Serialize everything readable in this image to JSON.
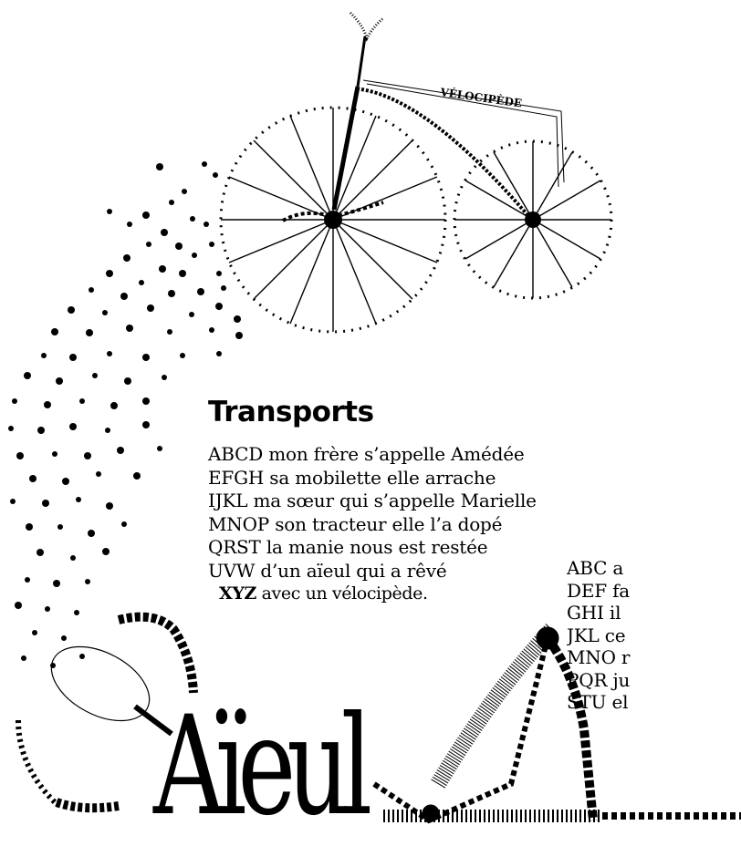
{
  "poem": {
    "title": "Transports",
    "lines": [
      {
        "head": "ABCD",
        "text": " mon frère s’appelle Amédée"
      },
      {
        "head": "EFGH",
        "text": " sa mobilette elle arrache"
      },
      {
        "head": "IJKL",
        "text": " ma sœur qui s’appelle Marielle"
      },
      {
        "head": "MNOP",
        "text": " son tracteur elle l’a dopé"
      },
      {
        "head": "QRST",
        "text": " la manie nous est restée"
      },
      {
        "head": "UVW",
        "text": " d’un aïeul qui a rêvé"
      },
      {
        "head": "XYZ",
        "text": " avec un vélocipède."
      }
    ]
  },
  "poem2": {
    "lines": [
      "ABC a",
      "DEF fa",
      "GHI il",
      "JKL ce",
      "MNO r",
      "PQR ju",
      "STU el"
    ]
  },
  "illustration": {
    "bicycle_label": "VÉLOCIPÈDE",
    "word": "Aïeul"
  }
}
